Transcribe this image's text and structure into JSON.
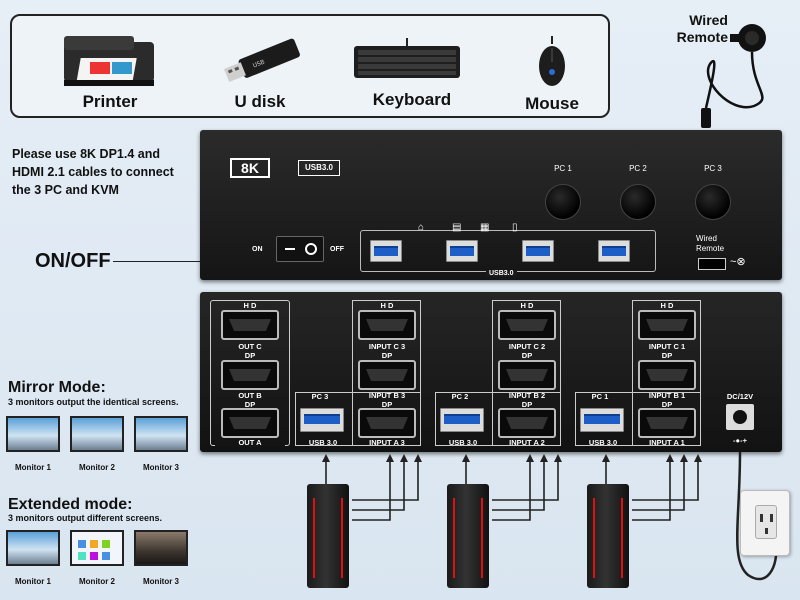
{
  "peripherals": [
    {
      "label": "Printer",
      "icon": "printer-icon"
    },
    {
      "label": "U disk",
      "icon": "usb-drive-icon"
    },
    {
      "label": "Keyboard",
      "icon": "keyboard-icon"
    },
    {
      "label": "Mouse",
      "icon": "mouse-icon"
    }
  ],
  "remote": {
    "title_line1": "Wired",
    "title_line2": "Remote"
  },
  "instruction": [
    "Please use 8K DP1.4 and",
    "HDMI 2.1 cables to connect",
    "the 3 PC and KVM"
  ],
  "onoff_label": "ON/OFF",
  "kvm_top": {
    "badge_8k": "8K",
    "badge_usb": "USB3.0",
    "pc_buttons": [
      "PC 1",
      "PC 2",
      "PC 3"
    ],
    "switch_on": "ON",
    "switch_off": "OFF",
    "usb_hub_label": "USB3.0",
    "wired_remote_line1": "Wired",
    "wired_remote_line2": "Remote"
  },
  "kvm_bottom": {
    "hd": "H D",
    "dp": "DP",
    "out_c": "OUT C",
    "out_b": "OUT B",
    "out_a": "OUT A",
    "groups": [
      {
        "pc": "PC 3",
        "usb": "USB 3.0",
        "in_c": "INPUT C 3",
        "in_b": "INPUT B 3",
        "in_a": "INPUT A 3"
      },
      {
        "pc": "PC 2",
        "usb": "USB 3.0",
        "in_c": "INPUT C 2",
        "in_b": "INPUT B 2",
        "in_a": "INPUT A 2"
      },
      {
        "pc": "PC 1",
        "usb": "USB 3.0",
        "in_c": "INPUT C 1",
        "in_b": "INPUT B 1",
        "in_a": "INPUT A 1"
      }
    ],
    "dc_label": "DC/12V",
    "dc_symbol": "-●-+"
  },
  "mirror": {
    "title": "Mirror Mode:",
    "desc": "3 monitors output the identical screens.",
    "monitors": [
      "Monitor 1",
      "Monitor 2",
      "Monitor 3"
    ]
  },
  "extended": {
    "title": "Extended mode:",
    "desc": "3 monitors output different screens.",
    "monitors": [
      "Monitor 1",
      "Monitor 2",
      "Monitor 3"
    ]
  },
  "colors": {
    "usb_blue": "#1d5fc7",
    "led_red": "#dd1111",
    "device_black": "#1a1a1a"
  }
}
